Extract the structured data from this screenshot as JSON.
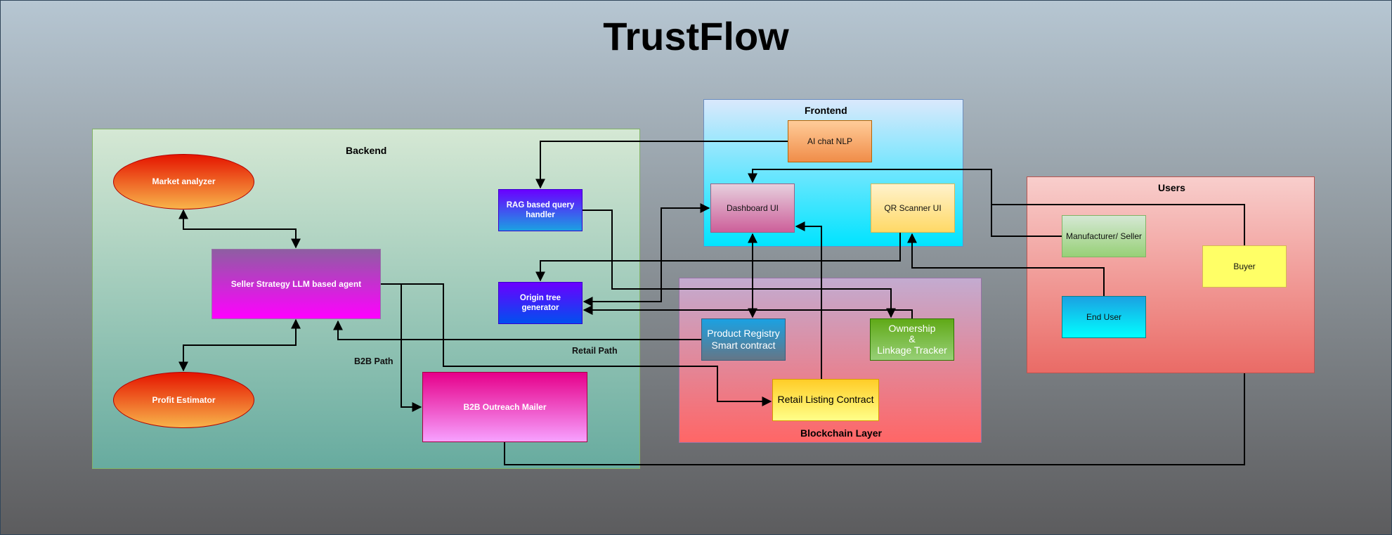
{
  "title": "TrustFlow",
  "regions": {
    "backend": "Backend",
    "frontend": "Frontend",
    "blockchain": "Blockchain Layer",
    "users": "Users"
  },
  "nodes": {
    "market_analyzer": "Market analyzer",
    "seller_strategy": "Seller Strategy LLM based agent",
    "profit_estimator": "Profit Estimator",
    "rag_handler": "RAG based query handler",
    "origin_tree": "Origin tree generator",
    "b2b_mailer": "B2B Outreach Mailer",
    "ai_chat": "AI chat NLP",
    "dashboard": "Dashboard UI",
    "qr_scanner": "QR Scanner UI",
    "product_registry": "Product Registry Smart contract",
    "ownership": "Ownership\n&\nLinkage Tracker",
    "retail_listing": "Retail Listing Contract",
    "manufacturer": "Manufacturer/ Seller",
    "buyer": "Buyer",
    "end_user": "End User"
  },
  "edge_labels": {
    "b2b_path": "B2B Path",
    "retail_path": "Retail Path"
  }
}
